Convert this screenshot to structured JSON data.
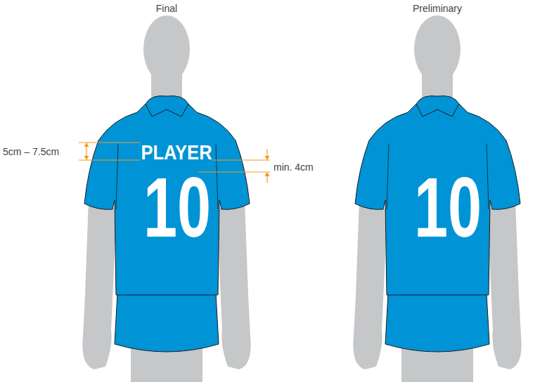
{
  "diagram": {
    "nodes": [
      {
        "text": [
          "PLAYER",
          "10"
        ]
      },
      {
        "text": [
          "10"
        ]
      }
    ],
    "labels": [
      "Final",
      "Preliminary",
      "5cm – 7.5cm",
      "min. 4cm"
    ]
  }
}
